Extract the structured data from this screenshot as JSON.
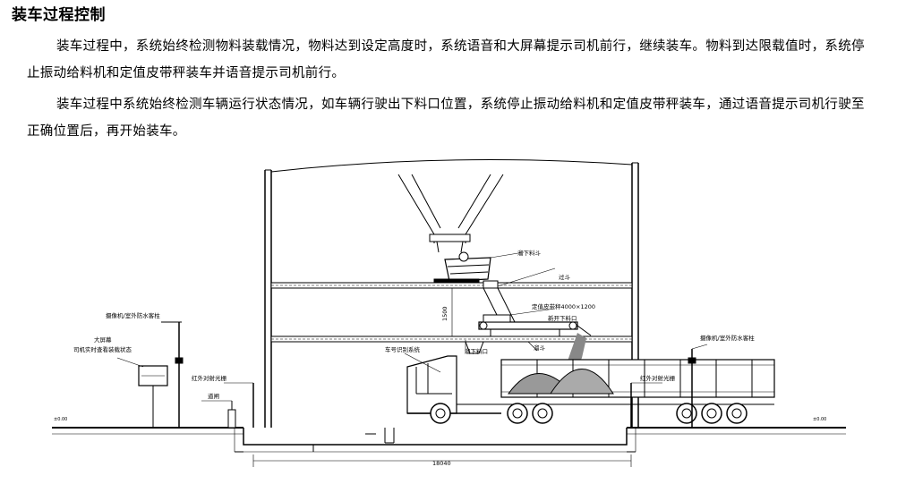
{
  "heading": "装车过程控制",
  "paragraphs": [
    "装车过程中，系统始终检测物料装载情况，物料达到设定高度时，系统语音和大屏幕提示司机前行，继续装车。物料到达限载值时，系统停止振动给料机和定值皮带秤装车并语音提示司机前行。",
    "装车过程中系统始终检测车辆运行状态情况，如车辆行驶出下料口位置，系统停止振动给料机和定值皮带秤装车，通过语音提示司机行驶至正确位置后，再开始装车。"
  ],
  "diagram": {
    "labels": {
      "camera_pole_left": "摄像机/室外防水客柱",
      "big_screen": "大屏幕",
      "big_screen_desc": "司机实时查看装载状态",
      "ir_left": "红外对射光栅",
      "gate": "道闸",
      "plate_recognition": "车号识别系统",
      "chute_top": "溜下料斗",
      "chute_mid": "过斗",
      "belt_scale": "定值皮带秤4000×1200",
      "lower_outlet": "新开下料口",
      "outlet": "溜下料口",
      "chute_low": "溜斗",
      "ir_right": "红外对射光栅",
      "camera_pole_right": "摄像机/室外防水客柱",
      "height_dim": "1500",
      "width_dim": "18040",
      "ground_left": "±0.00",
      "ground_right": "±0.00"
    }
  }
}
